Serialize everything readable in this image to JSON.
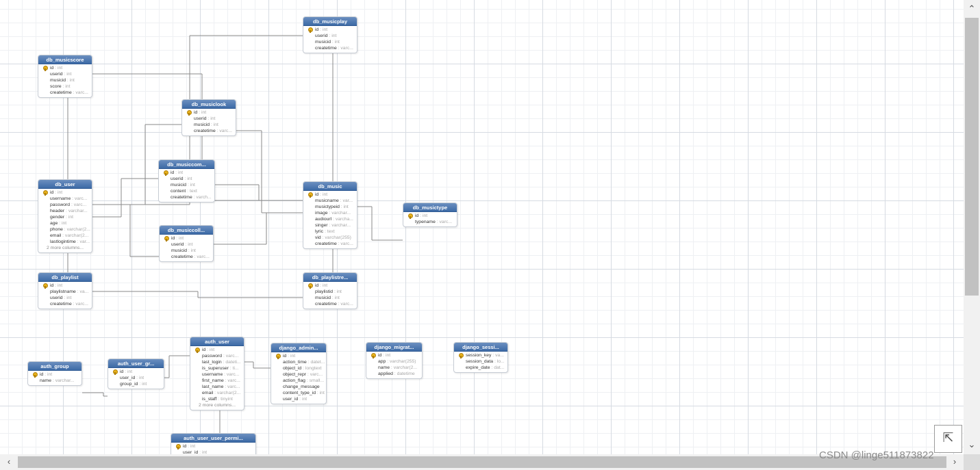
{
  "tables": [
    {
      "name": "db_musicplay",
      "columns": [
        [
          "id",
          "int",
          true
        ],
        [
          "userid",
          "int",
          false
        ],
        [
          "musicid",
          "int",
          false
        ],
        [
          "createtime",
          "varc...",
          false
        ]
      ],
      "more": ""
    },
    {
      "name": "db_musicscore",
      "columns": [
        [
          "id",
          "int",
          true
        ],
        [
          "userid",
          "int",
          false
        ],
        [
          "musicid",
          "int",
          false
        ],
        [
          "score",
          "int",
          false
        ],
        [
          "createtime",
          "varc...",
          false
        ]
      ],
      "more": ""
    },
    {
      "name": "db_musiclook",
      "columns": [
        [
          "id",
          "int",
          true
        ],
        [
          "userid",
          "int",
          false
        ],
        [
          "musicid",
          "int",
          false
        ],
        [
          "createtime",
          "varc...",
          false
        ]
      ],
      "more": ""
    },
    {
      "name": "db_musiccom...",
      "columns": [
        [
          "id",
          "int",
          true
        ],
        [
          "userid",
          "int",
          false
        ],
        [
          "musicid",
          "int",
          false
        ],
        [
          "content",
          "text",
          false
        ],
        [
          "createtime",
          "varch...",
          false
        ]
      ],
      "more": ""
    },
    {
      "name": "db_user",
      "columns": [
        [
          "id",
          "int",
          true
        ],
        [
          "username",
          "varc...",
          false
        ],
        [
          "password",
          "varc...",
          false
        ],
        [
          "header",
          "varchar...",
          false
        ],
        [
          "gender",
          "int",
          false
        ],
        [
          "age",
          "int",
          false
        ],
        [
          "phone",
          "varchar(2...",
          false
        ],
        [
          "email",
          "varchar(2...",
          false
        ],
        [
          "lastlogintime",
          "var...",
          false
        ]
      ],
      "more": "2 more columns..."
    },
    {
      "name": "db_music",
      "columns": [
        [
          "id",
          "int",
          true
        ],
        [
          "musicname",
          "var...",
          false
        ],
        [
          "musictypeid",
          "int",
          false
        ],
        [
          "image",
          "varchar...",
          false
        ],
        [
          "audiourl",
          "varcha...",
          false
        ],
        [
          "singer",
          "varchar...",
          false
        ],
        [
          "lyric",
          "text",
          false
        ],
        [
          "vid",
          "varchar(255)",
          false
        ],
        [
          "createtime",
          "varc...",
          false
        ]
      ],
      "more": ""
    },
    {
      "name": "db_musictype",
      "columns": [
        [
          "id",
          "int",
          true
        ],
        [
          "typename",
          "varc...",
          false
        ]
      ],
      "more": ""
    },
    {
      "name": "db_musiccoll...",
      "columns": [
        [
          "id",
          "int",
          true
        ],
        [
          "userid",
          "int",
          false
        ],
        [
          "musicid",
          "int",
          false
        ],
        [
          "createtime",
          "varc...",
          false
        ]
      ],
      "more": ""
    },
    {
      "name": "db_playlist",
      "columns": [
        [
          "id",
          "int",
          true
        ],
        [
          "playlistname",
          "va...",
          false
        ],
        [
          "userid",
          "int",
          false
        ],
        [
          "createtime",
          "varc...",
          false
        ]
      ],
      "more": ""
    },
    {
      "name": "db_playlistre...",
      "columns": [
        [
          "id",
          "int",
          true
        ],
        [
          "playlistid",
          "int",
          false
        ],
        [
          "musicid",
          "int",
          false
        ],
        [
          "createtime",
          "varc...",
          false
        ]
      ],
      "more": ""
    },
    {
      "name": "auth_group",
      "columns": [
        [
          "id",
          "int",
          true
        ],
        [
          "name",
          "varchar...",
          false
        ]
      ],
      "more": ""
    },
    {
      "name": "auth_user_gr...",
      "columns": [
        [
          "id",
          "int",
          true
        ],
        [
          "user_id",
          "int",
          false
        ],
        [
          "group_id",
          "int",
          false
        ]
      ],
      "more": ""
    },
    {
      "name": "auth_user",
      "columns": [
        [
          "id",
          "int",
          true
        ],
        [
          "password",
          "varc...",
          false
        ],
        [
          "last_login",
          "dateti...",
          false
        ],
        [
          "is_superuser",
          "ti...",
          false
        ],
        [
          "username",
          "varc...",
          false
        ],
        [
          "first_name",
          "varc...",
          false
        ],
        [
          "last_name",
          "varc...",
          false
        ],
        [
          "email",
          "varchar(2...",
          false
        ],
        [
          "is_staff",
          "tinyint",
          false
        ]
      ],
      "more": "2 more columns..."
    },
    {
      "name": "django_admin...",
      "columns": [
        [
          "id",
          "int",
          true
        ],
        [
          "action_time",
          "datet...",
          false
        ],
        [
          "object_id",
          "longtext",
          false
        ],
        [
          "object_repr",
          "varc...",
          false
        ],
        [
          "action_flag",
          "small...",
          false
        ],
        [
          "change_message",
          "",
          false
        ],
        [
          "content_type_id",
          "int",
          false
        ],
        [
          "user_id",
          "int",
          false
        ]
      ],
      "more": ""
    },
    {
      "name": "django_migrat...",
      "columns": [
        [
          "id",
          "int",
          true
        ],
        [
          "app",
          "varchar(255)",
          false
        ],
        [
          "name",
          "varchar(2...",
          false
        ],
        [
          "applied",
          "datetime",
          false
        ]
      ],
      "more": ""
    },
    {
      "name": "django_sessi...",
      "columns": [
        [
          "session_key",
          "va...",
          true
        ],
        [
          "session_data",
          "lo...",
          false
        ],
        [
          "expire_date",
          "dat...",
          false
        ]
      ],
      "more": ""
    },
    {
      "name": "auth_user_user_permi...",
      "columns": [
        [
          "id",
          "int",
          true
        ],
        [
          "user_id",
          "int",
          false
        ]
      ],
      "more": ""
    }
  ],
  "links": [
    [
      "db_musicplay",
      "db_user"
    ],
    [
      "db_musicplay",
      "db_music"
    ],
    [
      "db_musicscore",
      "db_user"
    ],
    [
      "db_musicscore",
      "db_music"
    ],
    [
      "db_musiclook",
      "db_user"
    ],
    [
      "db_musiclook",
      "db_music"
    ],
    [
      "db_musiccom...",
      "db_user"
    ],
    [
      "db_musiccom...",
      "db_music"
    ],
    [
      "db_musiccoll...",
      "db_user"
    ],
    [
      "db_musiccoll...",
      "db_music"
    ],
    [
      "db_music",
      "db_musictype"
    ],
    [
      "db_user",
      "db_playlist"
    ],
    [
      "db_playlist",
      "db_playlistre..."
    ],
    [
      "db_music",
      "db_playlistre..."
    ],
    [
      "auth_group",
      "auth_user_gr..."
    ],
    [
      "auth_user_gr...",
      "auth_user"
    ],
    [
      "auth_user",
      "django_admin..."
    ],
    [
      "auth_user",
      "auth_user_user_permi..."
    ]
  ],
  "scrollbars": {
    "up": "⌃",
    "down": "⌄",
    "left": "‹",
    "right": "›"
  },
  "zoom_icon": "⇱",
  "watermark": "CSDN @linge511873822"
}
